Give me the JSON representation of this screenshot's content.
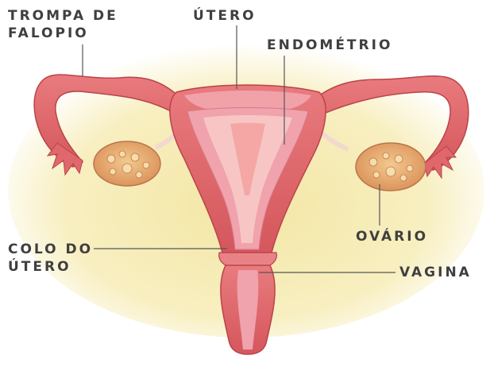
{
  "diagram": {
    "labels": {
      "trompa_line1": "TROMPA DE",
      "trompa_line2": "FALOPIO",
      "utero": "ÚTERO",
      "endometrio": "ENDOMÉTRIO",
      "ovario": "OVÁRIO",
      "colo_line1": "COLO DO",
      "colo_line2": "ÚTERO",
      "vagina": "VAGINA"
    },
    "colors": {
      "background_glow": "#f6eeb0",
      "uterus_wall": "#e06a6e",
      "uterus_wall_dark": "#c9484d",
      "inner_lining": "#f0a2ad",
      "cavity": "#f7c6c4",
      "ovary": "#e8ad73",
      "leader_line": "#555555",
      "label_text": "#3f3f3f"
    }
  }
}
